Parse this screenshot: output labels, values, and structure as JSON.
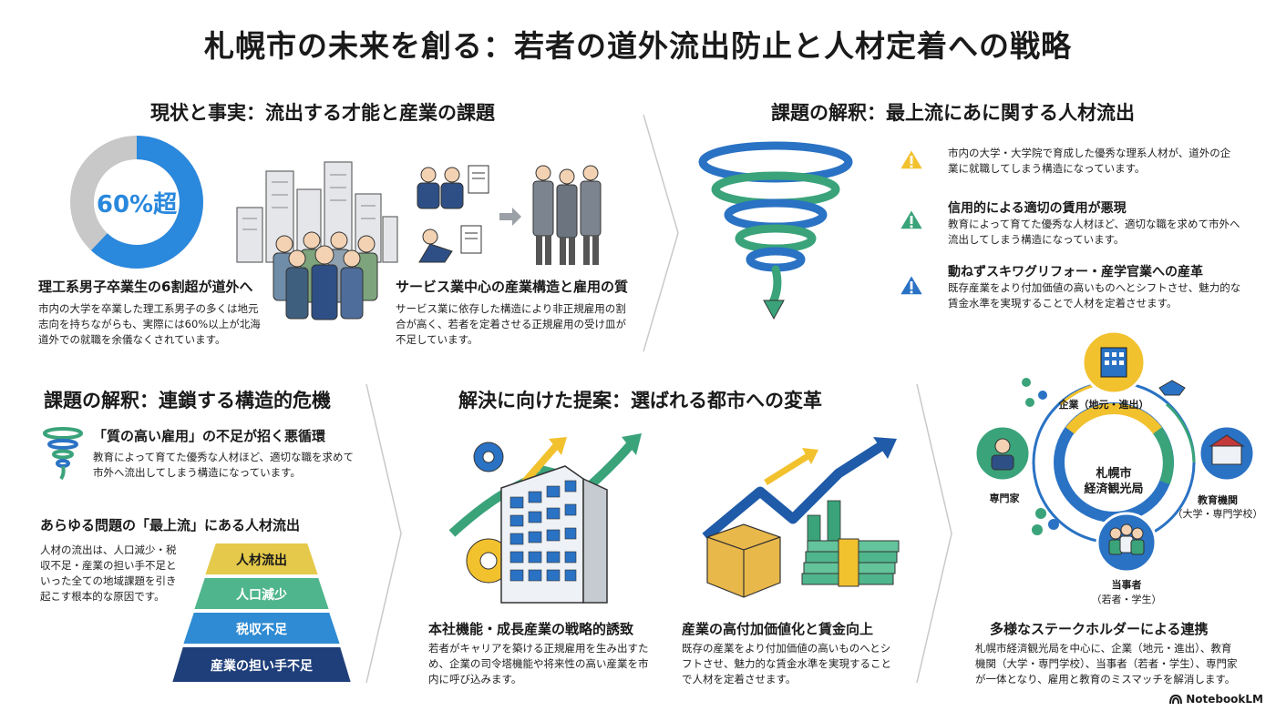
{
  "title": "札幌市の未来を創る：若者の道外流出防止と人材定着への戦略",
  "section1": {
    "heading": "現状と事実：流出する才能と産業の課題",
    "donut_value": "60%超",
    "donut_percent": 0.62,
    "stat_heading": "理工系男子卒業生の6割超が道外へ",
    "stat_body": "市内の大学を卒業した理工系男子の多くは地元志向を持ちながらも、実際には60%以上が北海道外での就職を余儀なくされています。",
    "industry_heading": "サービス業中心の産業構造と雇用の質",
    "industry_body": "サービス業に依存した構造により非正規雇用の割合が高く、若者を定着させる正規雇用の受け皿が不足しています。"
  },
  "section2": {
    "heading": "課題の解釈：最上流にあに関する人材流出",
    "items": [
      {
        "title": "",
        "body": "市内の大学・大学院で育成した優秀な理系人材が、道外の企業に就職してしまう構造になっています。",
        "color": "#f2c12e"
      },
      {
        "title": "信用的による適切の賃用が悪現",
        "body": "教育によって育てた優秀な人材ほど、適切な職を求めて市外へ流出してしまう構造になっています。",
        "color": "#3aa37a"
      },
      {
        "title": "動ねずスキワグリフォー・産学官業への産革",
        "body": "既存産業をより付加価値の高いものへとシフトさせ、魅力的な賃金水準を実現することで人材を定着させます。",
        "color": "#2a72c4"
      }
    ]
  },
  "section3": {
    "heading": "課題の解釈：連鎖する構造的危機",
    "cycle_heading": "「質の高い雇用」の不足が招く悪循環",
    "cycle_body": "教育によって育てた優秀な人材ほど、適切な職を求めて市外へ流出してしまう構造になっています。",
    "upstream_heading": "あらゆる問題の「最上流」にある人材流出",
    "upstream_body": "人材の流出は、人口減少・税収不足・産業の担い手不足といった全ての地域課題を引き起こす根本的な原因です。",
    "pyramid": [
      "人材流出",
      "人口減少",
      "税収不足",
      "産業の担い手不足"
    ]
  },
  "section4": {
    "heading": "解決に向けた提案：選ばれる都市への変革",
    "left_heading": "本社機能・成長産業の戦略的誘致",
    "left_body": "若者がキャリアを築ける正規雇用を生み出すため、企業の司令塔機能や将来性の高い産業を市内に呼び込みます。",
    "right_heading": "産業の高付加価値化と賃金向上",
    "right_body": "既存の産業をより付加価値の高いものへとシフトさせ、魅力的な賃金水準を実現することで人材を定着させます。"
  },
  "section5": {
    "center_line1": "札幌市",
    "center_line2": "経済観光局",
    "node_company": "企業（地元・進出）",
    "node_expert": "専門家",
    "node_edu_line1": "教育機関",
    "node_edu_line2": "（大学・専門学校）",
    "node_stake_line1": "当事者",
    "node_stake_line2": "（若者・学生）",
    "heading": "多様なステークホルダーによる連携",
    "body": "札幌市経済観光局を中心に、企業（地元・進出）、教育機関（大学・専門学校）、当事者（若者・学生）、専門家が一体となり、雇用と教育のミスマッチを解消します。"
  },
  "footer": {
    "brand": "NotebookLM"
  },
  "colors": {
    "blue": "#2a72c4",
    "green": "#3aa37a",
    "yellow": "#f2c12e",
    "navy": "#1f3f7a"
  }
}
